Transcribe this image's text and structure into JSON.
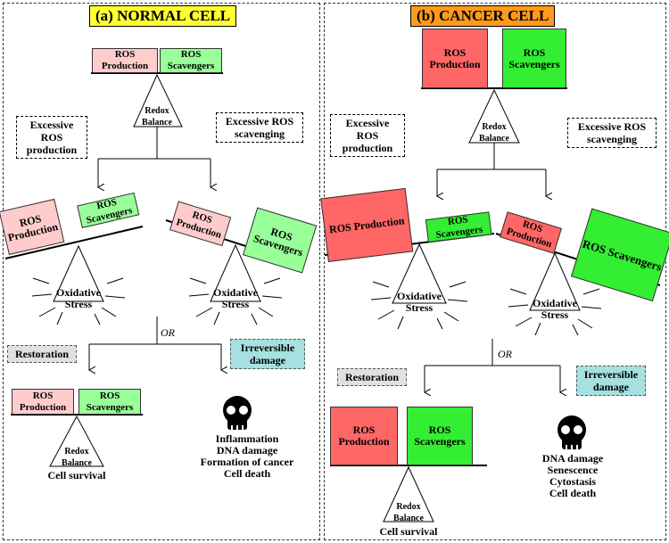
{
  "normal": {
    "title": "(a) NORMAL CELL",
    "title_color": "#ffff33",
    "ros_production": "ROS Production",
    "ros_scavengers": "ROS Scavengers",
    "redox_balance": "Redox Balance",
    "excessive_production": "Excessive ROS production",
    "excessive_scavenging": "Excessive ROS scavenging",
    "oxidative_stress": "Oxidative Stress",
    "or": "OR",
    "restoration": "Restoration",
    "irreversible": "Irreversible damage",
    "cell_survival": "Cell survival",
    "outcomes": [
      "Inflammation",
      "DNA damage",
      "Formation of cancer",
      "Cell death"
    ]
  },
  "cancer": {
    "title": "(b) CANCER CELL",
    "title_color": "#ff9a1a",
    "ros_production": "ROS Production",
    "ros_scavengers": "ROS Scavengers",
    "redox_balance": "Redox Balance",
    "excessive_production": "Excessive ROS production",
    "excessive_scavenging": "Excessive ROS scavenging",
    "oxidative_stress": "Oxidative Stress",
    "or": "OR",
    "restoration": "Restoration",
    "irreversible": "Irreversible damage",
    "cell_survival": "Cell survival",
    "outcomes": [
      "DNA damage",
      "Senescence",
      "Cytostasis",
      "Cell death"
    ]
  },
  "colors": {
    "normal_production": "#ffcccc",
    "normal_scavengers": "#99ff99",
    "cancer_production": "#ff6666",
    "cancer_scavengers": "#33ee33",
    "restoration_fill": "#e0e0e0",
    "irreversible_fill": "#a6e0e0"
  }
}
